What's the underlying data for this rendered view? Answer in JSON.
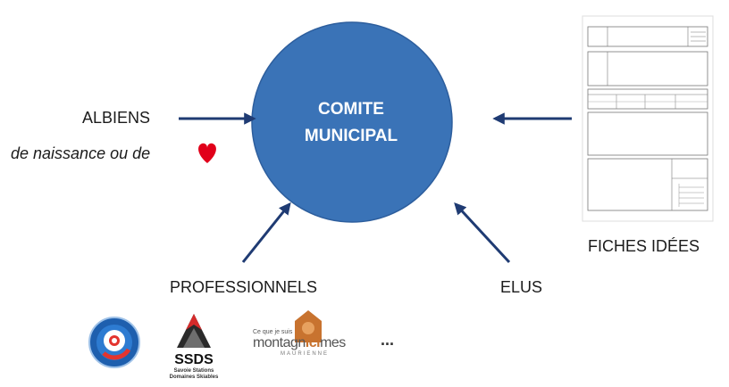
{
  "diagram": {
    "center": {
      "line1": "COMITE",
      "line2": "MUNICIPAL"
    },
    "albiens": {
      "title": "ALBIENS",
      "tagline": "de naissance ou de"
    },
    "fiches": {
      "label": "FICHES IDÉES"
    },
    "professionnels": {
      "label": "PROFESSIONNELS"
    },
    "elus": {
      "label": "ELUS"
    },
    "logos": {
      "ssds": {
        "name": "SSDS",
        "subtitle_line1": "Savoie Stations",
        "subtitle_line2": "Domaines Skiables"
      },
      "montagnicimes": {
        "small": "Ce que je suis",
        "part1": "montagn",
        "part2": "ici",
        "part3": "mes",
        "sub": "MAURIENNE"
      },
      "more": "..."
    },
    "colors": {
      "circle": "#3a73b7",
      "arrow": "#1f3b73",
      "heart": "#e1001a"
    }
  }
}
